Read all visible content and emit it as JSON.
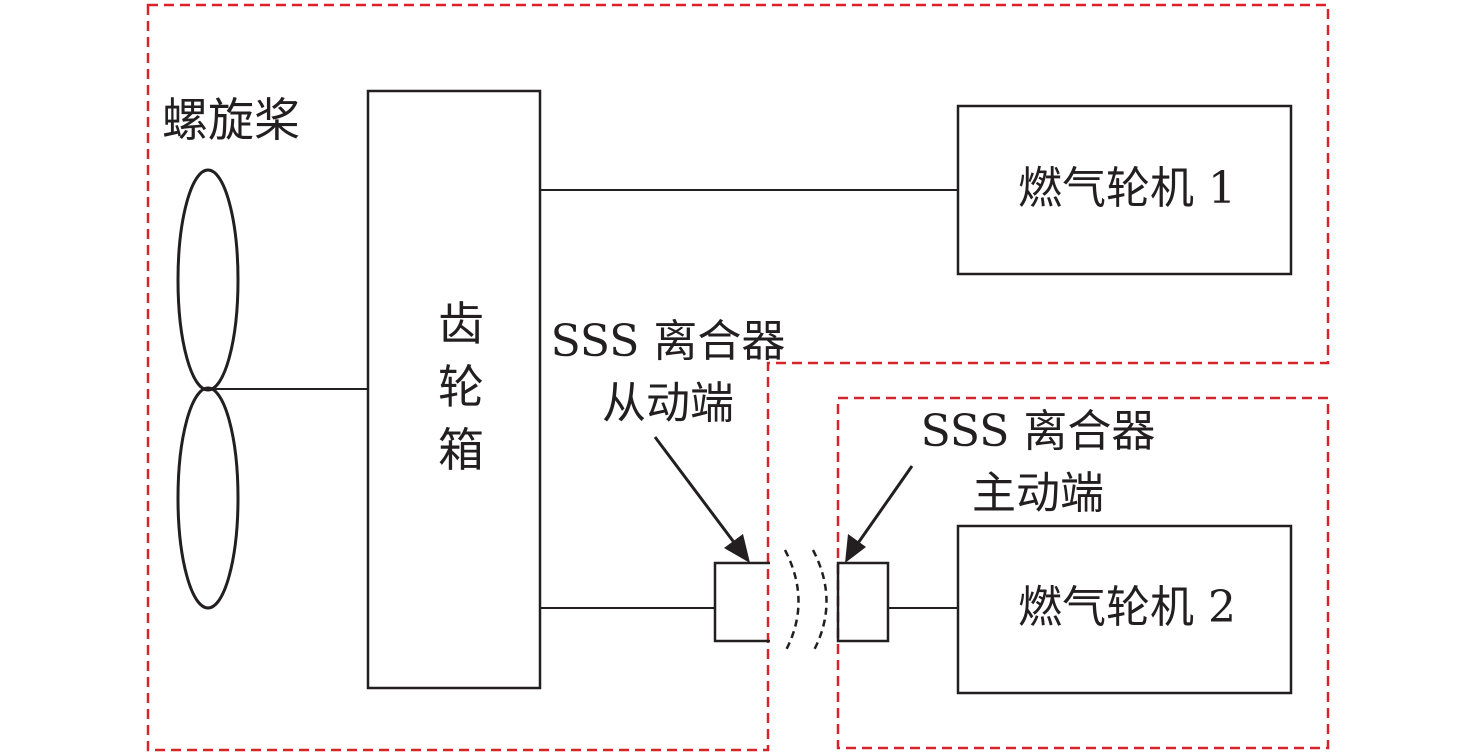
{
  "labels": {
    "propeller": "螺旋桨",
    "gearbox": [
      "齿",
      "轮",
      "箱"
    ],
    "turbine_1": "燃气轮机 1",
    "turbine_2": "燃气轮机 2",
    "clutch_driven": [
      "SSS 离合器",
      "从动端"
    ],
    "clutch_driving": [
      "SSS 离合器",
      "主动端"
    ]
  },
  "colors": {
    "line": "#231f20",
    "dashed_boundary": "#d7242a",
    "background": "#ffffff"
  }
}
